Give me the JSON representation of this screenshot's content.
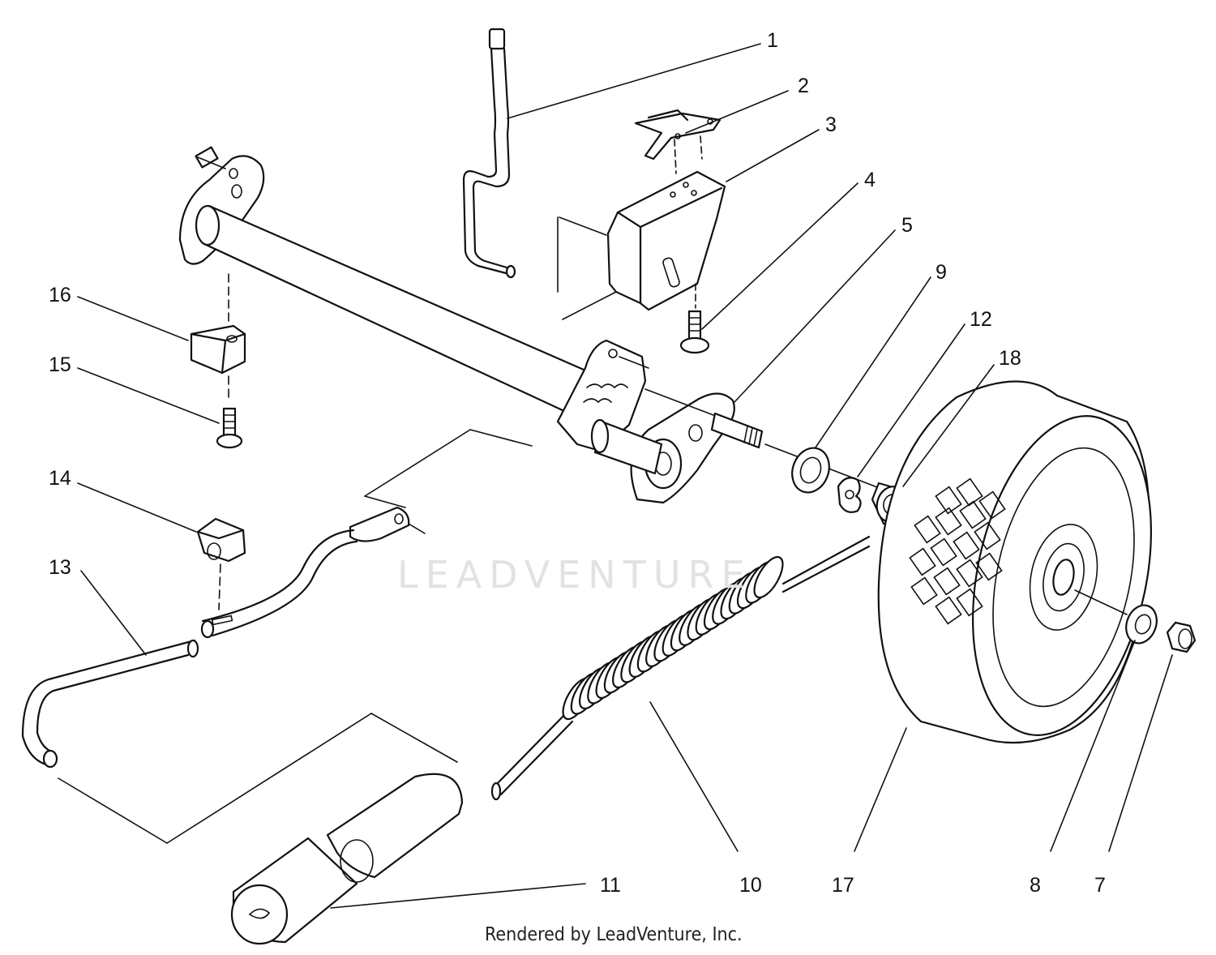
{
  "watermark": "LEADVENTURE",
  "credit": "Rendered by LeadVenture, Inc.",
  "callouts": [
    {
      "id": "1",
      "label": "1"
    },
    {
      "id": "2",
      "label": "2"
    },
    {
      "id": "3",
      "label": "3"
    },
    {
      "id": "4",
      "label": "4"
    },
    {
      "id": "5",
      "label": "5"
    },
    {
      "id": "9",
      "label": "9"
    },
    {
      "id": "12",
      "label": "12"
    },
    {
      "id": "18",
      "label": "18"
    },
    {
      "id": "16",
      "label": "16"
    },
    {
      "id": "15",
      "label": "15"
    },
    {
      "id": "14",
      "label": "14"
    },
    {
      "id": "13",
      "label": "13"
    },
    {
      "id": "11",
      "label": "11"
    },
    {
      "id": "10",
      "label": "10"
    },
    {
      "id": "17",
      "label": "17"
    },
    {
      "id": "8",
      "label": "8"
    },
    {
      "id": "7",
      "label": "7"
    }
  ]
}
